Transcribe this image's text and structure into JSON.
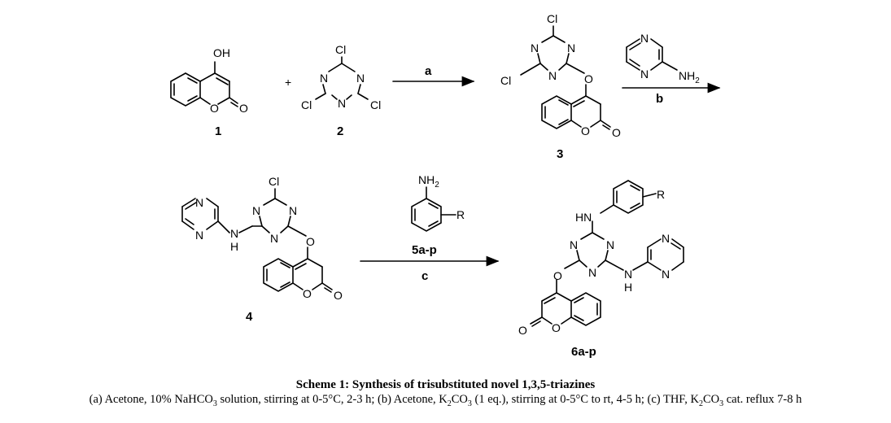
{
  "atoms": {
    "oh": "OH",
    "o": "O",
    "n": "N",
    "cl": "Cl",
    "nh": "N",
    "h": "H",
    "hn": "HN",
    "nh2_n": "NH",
    "nh2_sub": "2",
    "r": "R",
    "plus": "+"
  },
  "compounds": {
    "c1": "1",
    "c2": "2",
    "c3": "3",
    "c4": "4",
    "c5": "5a-p",
    "c6": "6a-p"
  },
  "reagents": {
    "a": "a",
    "b": "b",
    "c": "c"
  },
  "caption": {
    "title": "Scheme 1: Synthesis of trisubstituted novel 1,3,5-triazines",
    "cond_a1": "(a) Acetone, 10% NaHCO",
    "cond_a_sub": "3",
    "cond_a2": " solution, stirring at 0-5°C, 2-3 h; (b) Acetone, K",
    "cond_b_sub1": "2",
    "cond_b_mid": "CO",
    "cond_b_sub2": "3",
    "cond_b2": " (1 eq.), stirring at 0-5°C to rt, 4-5 h; (c) THF, K",
    "cond_c_sub1": "2",
    "cond_c_mid": "CO",
    "cond_c_sub2": "3",
    "cond_c2": " cat. reflux 7-8 h"
  }
}
